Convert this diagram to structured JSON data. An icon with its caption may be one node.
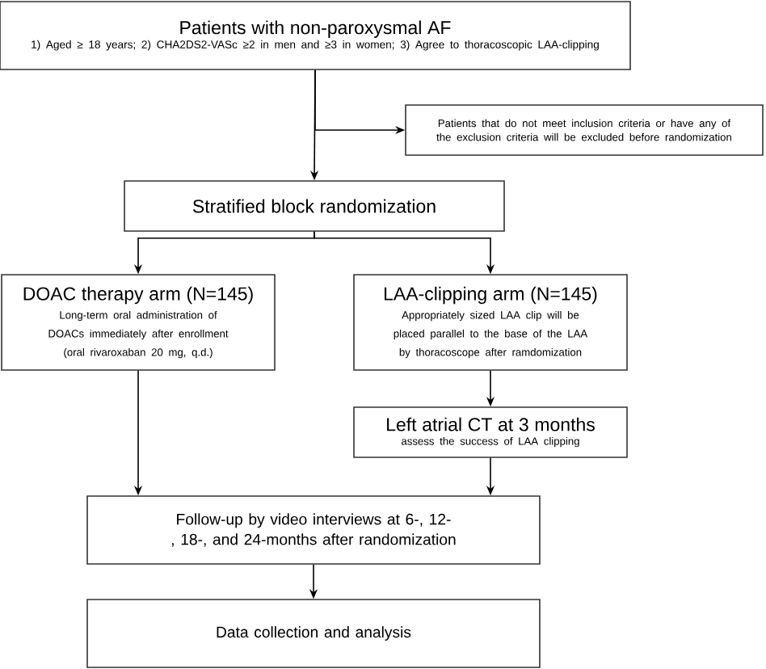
{
  "diagram": {
    "nodes": [
      {
        "text": [
          "Patients with non-paroxysmal AF",
          "1) Aged ≥ 18 years; 2) CHA2DS2-VASc ≥2 in men and ≥3 in women; 3)  Agree to thoracoscopic LAA-clipping"
        ]
      },
      {
        "text": [
          "Patients that do not meet inclusion criteria or have any of the exclusion criteria will be excluded before randomization"
        ]
      },
      {
        "text": [
          "Stratified block randomization"
        ]
      },
      {
        "text": [
          "DOAC therapy arm (N=145)",
          "Long-term oral administration of DOACs immediately after enrollment",
          "(oral rivaroxaban 20 mg, q.d.)"
        ]
      },
      {
        "text": [
          "LAA-clipping arm (N=145)",
          "Appropriately sized LAA clip will be placed parallel to the base of the LAA by thoracoscope after ramdomization"
        ]
      },
      {
        "text": [
          "Left atrial CT at 3 months",
          "assess the success of LAA clipping"
        ]
      },
      {
        "text": [
          "Follow-up by video interviews at 6-, 12-, 18-, and 24-months after randomization"
        ]
      },
      {
        "text": [
          "Data collection and analysis"
        ]
      }
    ],
    "edges": [
      {
        "from": 0,
        "to": 2,
        "arrow": "to"
      },
      {
        "from": 0,
        "to": 1,
        "arrow": "to"
      },
      {
        "from": 2,
        "to": 3,
        "arrow": "to"
      },
      {
        "from": 2,
        "to": 4,
        "arrow": "to"
      },
      {
        "from": 4,
        "to": 5,
        "arrow": "to"
      },
      {
        "from": 3,
        "to": 6,
        "arrow": "to"
      },
      {
        "from": 5,
        "to": 6,
        "arrow": "to"
      },
      {
        "from": 6,
        "to": 7,
        "arrow": "to"
      }
    ]
  }
}
